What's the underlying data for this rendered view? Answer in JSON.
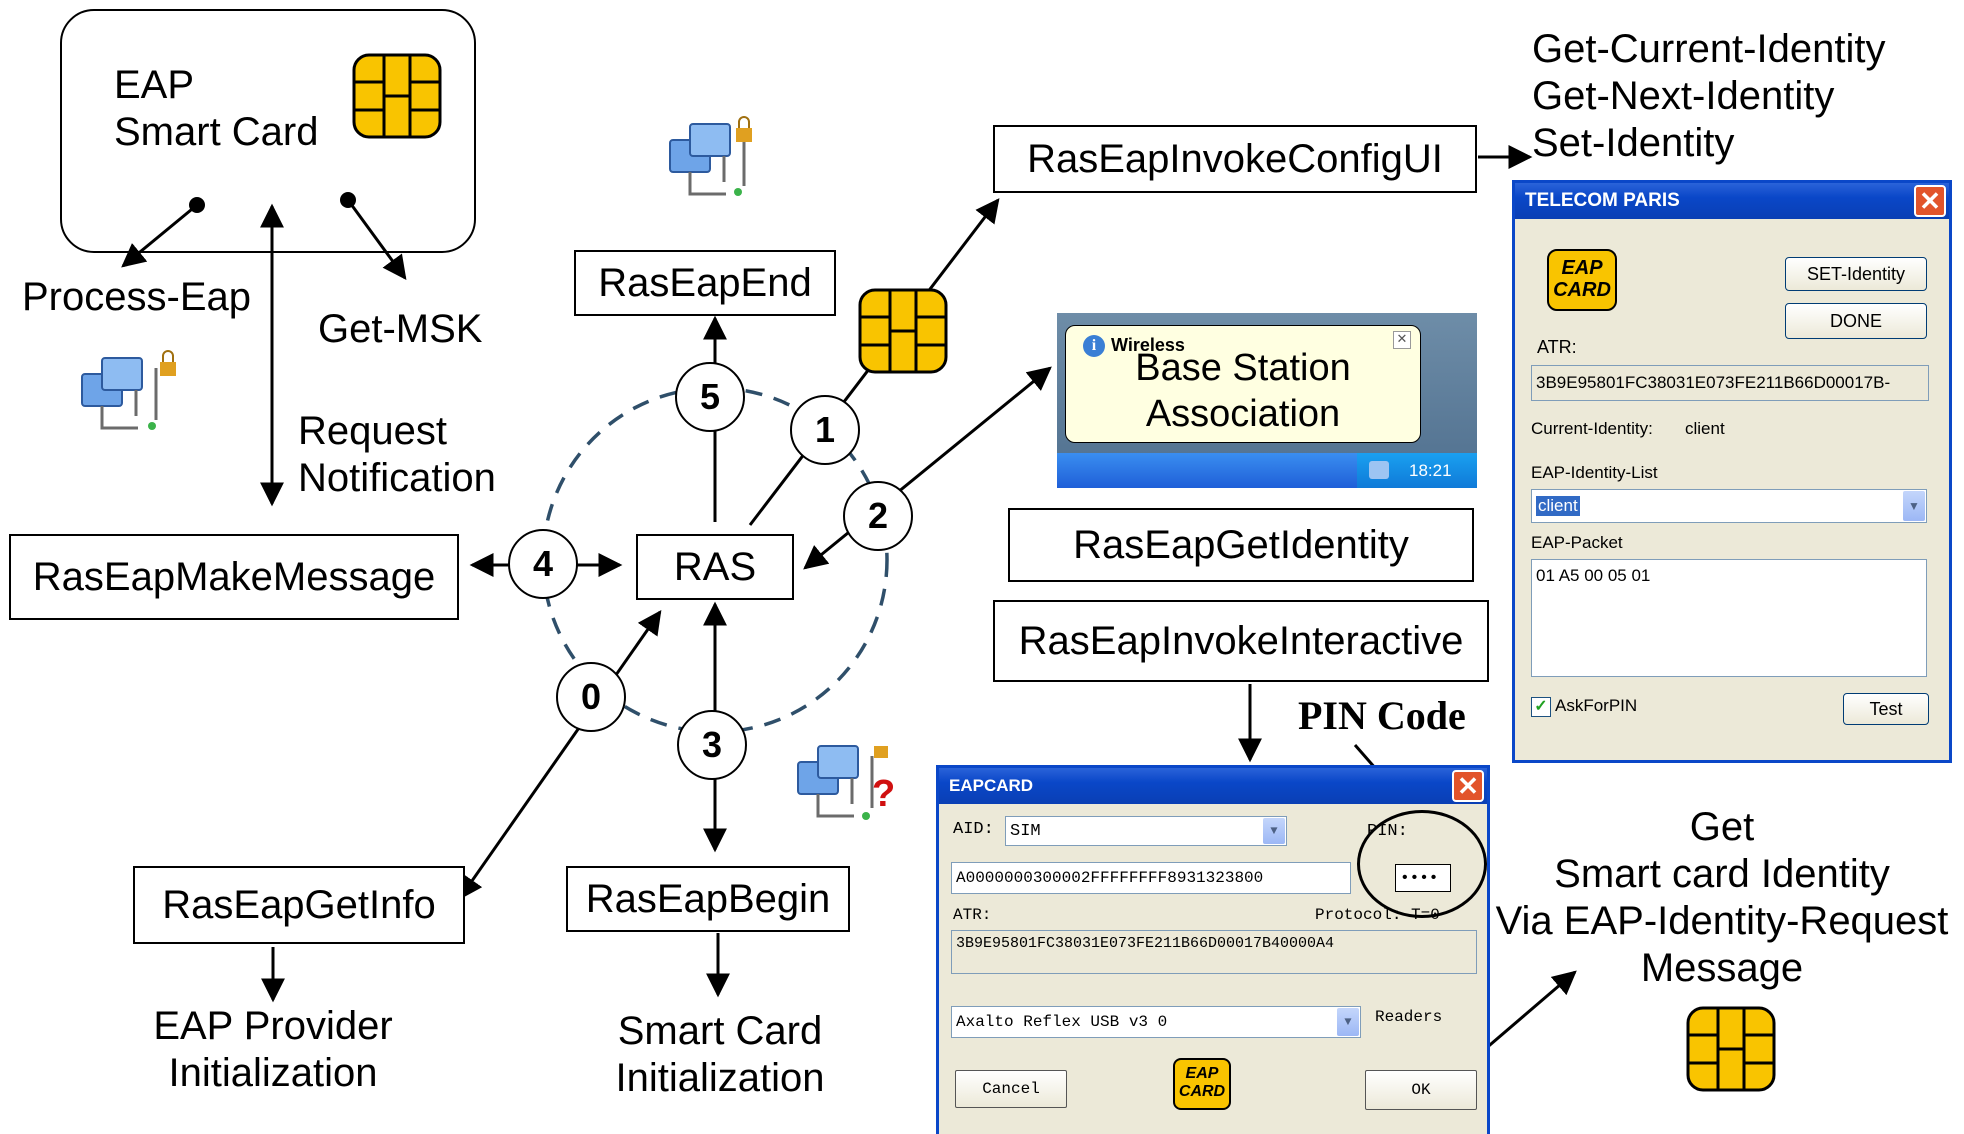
{
  "smart_card": {
    "line1": "EAP",
    "line2": "Smart Card"
  },
  "labels": {
    "process_eap": "Process-Eap",
    "get_msk": "Get-MSK",
    "request_notification_1": "Request",
    "request_notification_2": "Notification",
    "ops_1": "Get-Current-Identity",
    "ops_2": "Get-Next-Identity",
    "ops_3": "Set-Identity",
    "pin_code": "PIN Code",
    "eap_provider_1": "EAP Provider",
    "eap_provider_2": "Initialization",
    "smartcard_init_1": "Smart Card",
    "smartcard_init_2": "Initialization",
    "get_identity_1": "Get",
    "get_identity_2": "Smart card Identity",
    "get_identity_3": "Via EAP-Identity-Request",
    "get_identity_4": "Message"
  },
  "boxes": {
    "ras": "RAS",
    "ras_eap_end": "RasEapEnd",
    "ras_eap_make_message": "RasEapMakeMessage",
    "ras_eap_get_info": "RasEapGetInfo",
    "ras_eap_begin": "RasEapBegin",
    "ras_eap_invoke_config_ui": "RasEapInvokeConfigUI",
    "ras_eap_get_identity": "RasEapGetIdentity",
    "ras_eap_invoke_interactive": "RasEapInvokeInteractive"
  },
  "steps": [
    "0",
    "1",
    "2",
    "3",
    "4",
    "5"
  ],
  "balloon": {
    "title": "Wireless",
    "line1": "Base Station",
    "line2": "Association",
    "clock": "18:21"
  },
  "telecom_window": {
    "title": "TELECOM PARIS",
    "logo_line1": "EAP",
    "logo_line2": "CARD",
    "set_identity_button": "SET-Identity",
    "done_button": "DONE",
    "atr_label": "ATR:",
    "atr_value": "3B9E95801FC38031E073FE211B66D00017B-",
    "current_identity_label": "Current-Identity:",
    "current_identity_value": "client",
    "identity_list_label": "EAP-Identity-List",
    "identity_list_value": "client",
    "packet_label": "EAP-Packet",
    "packet_value": "01 A5 00 05 01",
    "ask_for_pin_label": "AskForPIN",
    "test_button": "Test"
  },
  "eapcard_window": {
    "title": "EAPCARD",
    "aid_label": "AID:",
    "aid_value": "SIM",
    "pin_label": "PIN:",
    "aid_hex": "A0000000300002FFFFFFFF8931323800",
    "pin_value": "••••",
    "atr_label": "ATR:",
    "protocol_label": "Protocol: T=0",
    "atr_value": "3B9E95801FC38031E073FE211B66D00017B40000A4",
    "reader_value": "Axalto Reflex USB v3 0",
    "readers_label": "Readers",
    "cancel_button": "Cancel",
    "ok_button": "OK",
    "logo_line1": "EAP",
    "logo_line2": "CARD"
  },
  "colors": {
    "chip_gold": "#f9c400",
    "dashed_circle": "#2f4f6a",
    "xp_blue": "#0a47c8",
    "close_red": "#e2542b"
  }
}
